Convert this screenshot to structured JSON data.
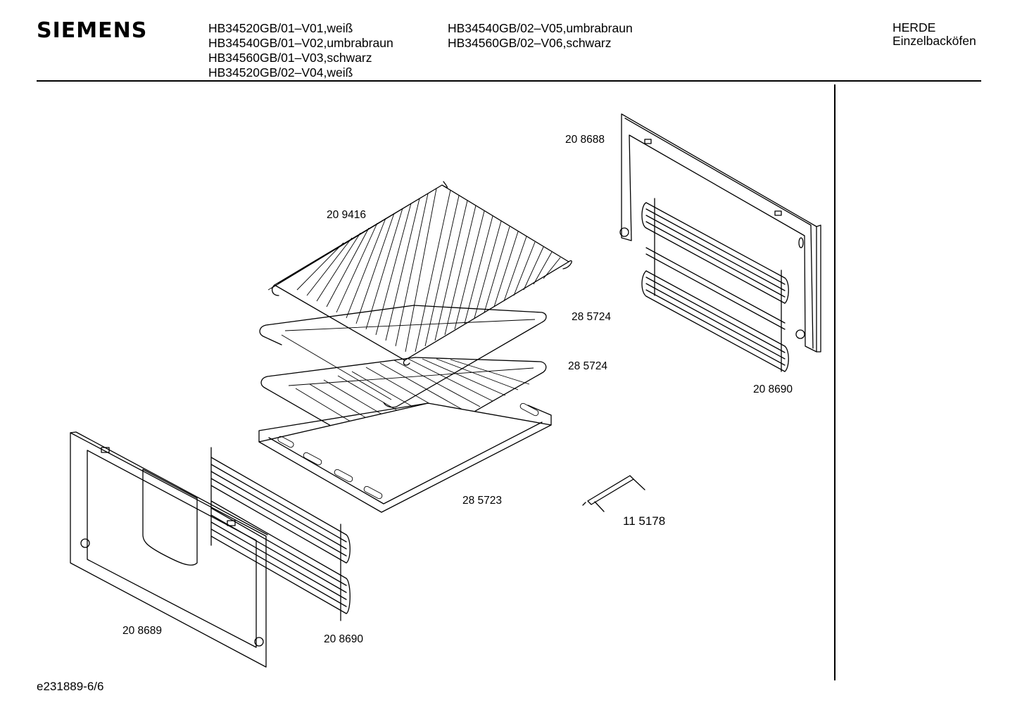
{
  "header": {
    "brand": "SIEMENS",
    "models_col1": [
      "HB34520GB/01–V01,weiß",
      "HB34540GB/01–V02,umbrabraun",
      "HB34560GB/01–V03,schwarz",
      "HB34520GB/02–V04,weiß"
    ],
    "models_col2": [
      "HB34540GB/02–V05,umbrabraun",
      "HB34560GB/02–V06,schwarz"
    ],
    "category": [
      "HERDE",
      "Einzelbacköfen"
    ]
  },
  "parts": {
    "rack_grid": "20 9416",
    "rear_frame": "20 8688",
    "side_rack_right": "20 8690",
    "tray_upper": "28 5724",
    "tray_lower": "28 5724",
    "baking_sheet": "28 5723",
    "hinge_pin": "11 5178",
    "front_frame": "20 8689",
    "side_rack_left": "20 8690"
  },
  "footer": {
    "code": "e231889-6/6"
  }
}
